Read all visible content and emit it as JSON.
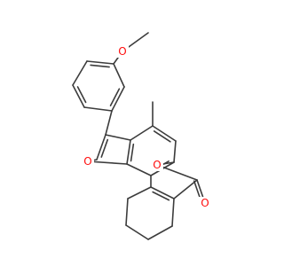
{
  "molecule": {
    "heteroatoms": [
      {
        "id": "o-methoxy",
        "label": "O"
      },
      {
        "id": "o-furan",
        "label": "O"
      },
      {
        "id": "o-lactone",
        "label": "O"
      },
      {
        "id": "o-carbonyl",
        "label": "O"
      }
    ],
    "colors": {
      "bond": "#3c3c3c",
      "oxygen": "#ff0d0d"
    }
  }
}
